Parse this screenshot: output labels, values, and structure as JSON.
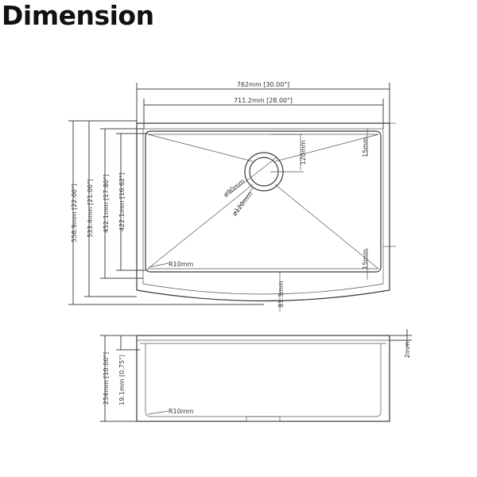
{
  "title": "Dimension",
  "dimensions": {
    "overall_width": "762mm [30.00\"]",
    "inner_width": "711.2mm [28.00\"]",
    "overall_depth": "558.9mm [22.00\"]",
    "depth_533": "533.4mm [21.00\"]",
    "depth_452": "452.1mm [17.80\"]",
    "depth_422": "422.1mm [16.62\"]",
    "drain_inner": "ø90mm",
    "drain_outer": "ø120mm",
    "drain_offset": "120mm",
    "ledge_top": "15mm",
    "ledge_bottom": "15mm",
    "corner_radius_top": "R10mm",
    "apron_depth": "81.3mm",
    "height": "254mm [10.00\"]",
    "rim_height": "19.1mm [0.75\"]",
    "flange": "2mm",
    "corner_radius_side": "R10mm"
  },
  "colors": {
    "line": "#444444",
    "text": "#333333",
    "title": "#111111"
  }
}
